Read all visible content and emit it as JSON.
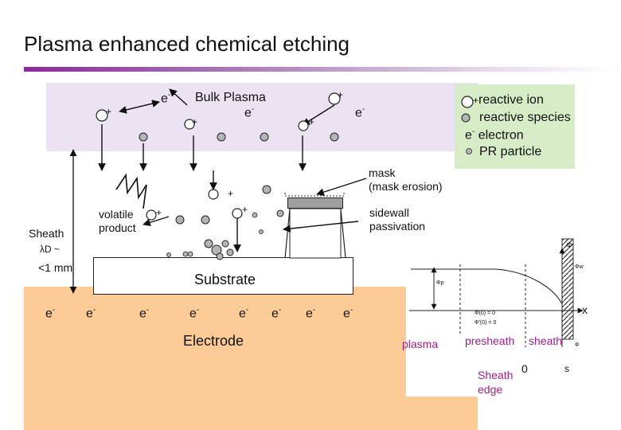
{
  "title": "Plasma enhanced chemical etching",
  "colors": {
    "accent": "#8a2a9a",
    "bulk_plasma": "#ebe2f2",
    "legend_bg": "#d6ecc6",
    "electrode": "#fdcc96",
    "mask": "#9e9e9e",
    "particle": "#b4b4b4"
  },
  "legend": {
    "ion": "reactive ion",
    "species": "reactive species",
    "electron": "electron",
    "particle": "PR particle"
  },
  "labels": {
    "bulk_plasma": "Bulk Plasma",
    "electron_symbol": "e",
    "minus": "-",
    "plus": "+",
    "mask_line1": "mask",
    "mask_line2": "(mask erosion)",
    "sidewall_line1": "sidewall",
    "sidewall_line2": "passivation",
    "volatile_line1": "volatile",
    "volatile_line2": "product",
    "sheath": "Sheath",
    "debye": "λD ~",
    "thickness": "<1 mm",
    "substrate": "Substrate",
    "electrode": "Electrode"
  },
  "inset": {
    "axis_x": "x",
    "axis_phi": "Φ",
    "eq1": "Φ(0) = 0",
    "eq2": "Φ'(0) = 0",
    "phi_p": "Φp",
    "phi_w": "Φw",
    "region_plasma": "plasma",
    "region_presheath": "presheath",
    "region_sheath": "sheath",
    "sheath_edge_line1": "Sheath",
    "sheath_edge_line2": "edge",
    "zero": "0",
    "s": "s"
  }
}
